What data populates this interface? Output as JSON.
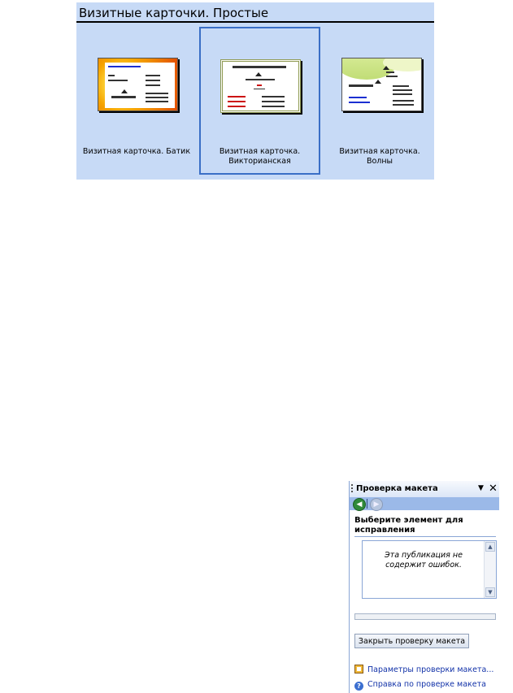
{
  "gallery": {
    "title": "Визитные карточки. Простые",
    "templates": [
      {
        "label": "Визитная карточка. Батик",
        "selected": false
      },
      {
        "label": "Визитная карточка. Викторианская",
        "selected": true
      },
      {
        "label": "Визитная карточка. Волны",
        "selected": false
      }
    ]
  },
  "task_pane": {
    "title": "Проверка макета",
    "dropdown_icon": "triangle-down-icon",
    "close_icon": "close-icon",
    "back_icon": "back-arrow-icon",
    "forward_icon": "forward-arrow-icon",
    "heading": "Выберите элемент для исправления",
    "results_text": "Эта публикация не содержит ошибок.",
    "close_button_label": "Закрыть проверку макета",
    "links": [
      {
        "label": "Параметры проверки макета...",
        "icon": "settings-icon"
      },
      {
        "label": "Справка по проверке макета",
        "icon": "help-icon"
      }
    ]
  },
  "colors": {
    "gallery_bg": "#c7daf6",
    "selection_border": "#3a6fc6",
    "pane_nav": "#9bb9e8",
    "link": "#1232a8"
  }
}
